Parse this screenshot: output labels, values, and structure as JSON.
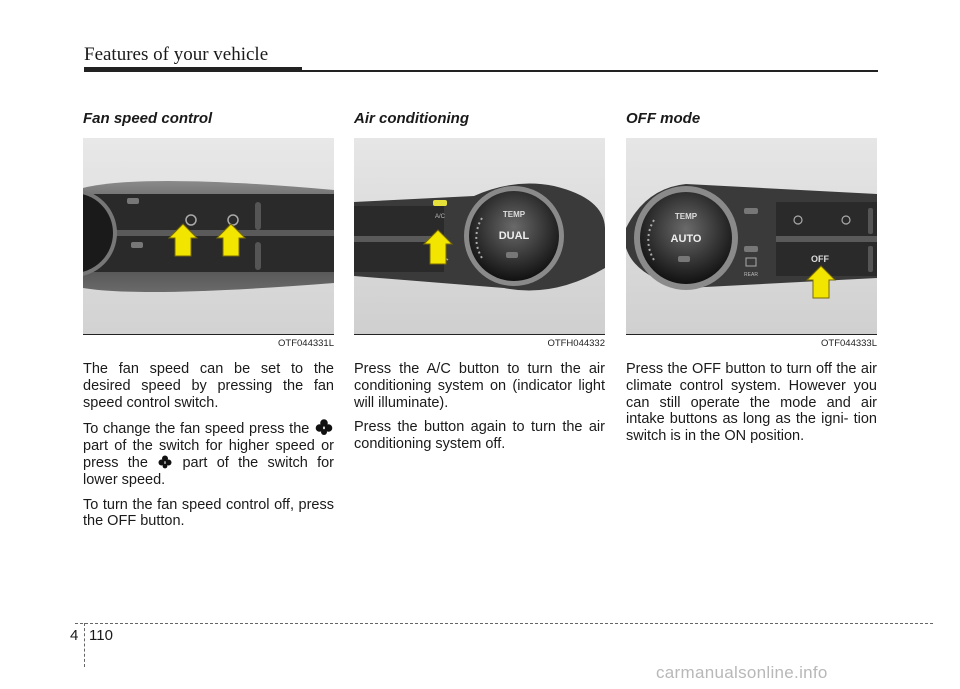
{
  "header": {
    "title": "Features of your vehicle"
  },
  "sections": [
    {
      "title": "Fan speed control",
      "figure_code": "OTF044331L",
      "paragraphs": [
        "The fan speed can be set to the desired speed by pressing the fan speed control switch.",
        "To turn the fan speed control off, press the OFF button."
      ],
      "clover_paragraph": {
        "part1": "To change the fan speed press the",
        "part2": "part of the switch for higher speed or press the",
        "part3": "part of the switch for lower speed."
      }
    },
    {
      "title": "Air conditioning",
      "figure_code": "OTFH044332",
      "paragraphs": [
        "Press the A/C button to turn the air conditioning system on (indicator light will illuminate).",
        "Press the button again to turn the air conditioning system off."
      ],
      "panel_labels": {
        "dial_top": "TEMP",
        "dial_center": "DUAL",
        "ac_label": "A/C"
      }
    },
    {
      "title": "OFF mode",
      "figure_code": "OTF044333L",
      "paragraphs": [
        "Press the OFF button to turn off the air climate control system. However you can still operate the mode and air intake buttons as long as the igni- tion switch is in the ON position."
      ],
      "panel_labels": {
        "dial_top": "TEMP",
        "dial_center": "AUTO",
        "rear_label": "REAR",
        "off_label": "OFF"
      }
    }
  ],
  "footer": {
    "chapter": "4",
    "page": "110"
  },
  "watermark": "carmanualsonline.info",
  "colors": {
    "arrow_fill": "#f2e600",
    "panel_dark": "#1c1c1c",
    "panel_mid": "#4a4a4a"
  }
}
